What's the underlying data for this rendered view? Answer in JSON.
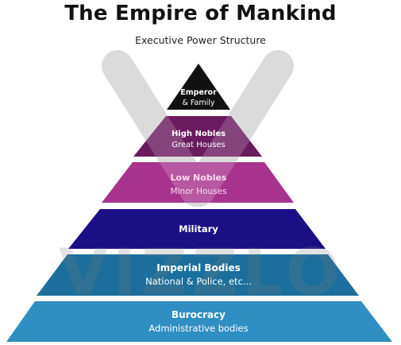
{
  "title": "The Empire of Mankind",
  "subtitle": "Executive Power Structure",
  "watermark": "VIZZLO",
  "tiers": [
    {
      "label": "Emperor",
      "sublabel": "& Family",
      "color": "#111111"
    },
    {
      "label": "High Nobles",
      "sublabel": "Great Houses",
      "color": "#6a1a5e"
    },
    {
      "label": "Low Nobles",
      "sublabel": "Minor Houses",
      "color": "#a8338f"
    },
    {
      "label": "Military",
      "sublabel": "",
      "color": "#1c0f86"
    },
    {
      "label": "Imperial Bodies",
      "sublabel": "National & Police, etc...",
      "color": "#1c6f9c"
    },
    {
      "label": "Burocracy",
      "sublabel": "Administrative bodies",
      "color": "#2f8fc2"
    }
  ]
}
